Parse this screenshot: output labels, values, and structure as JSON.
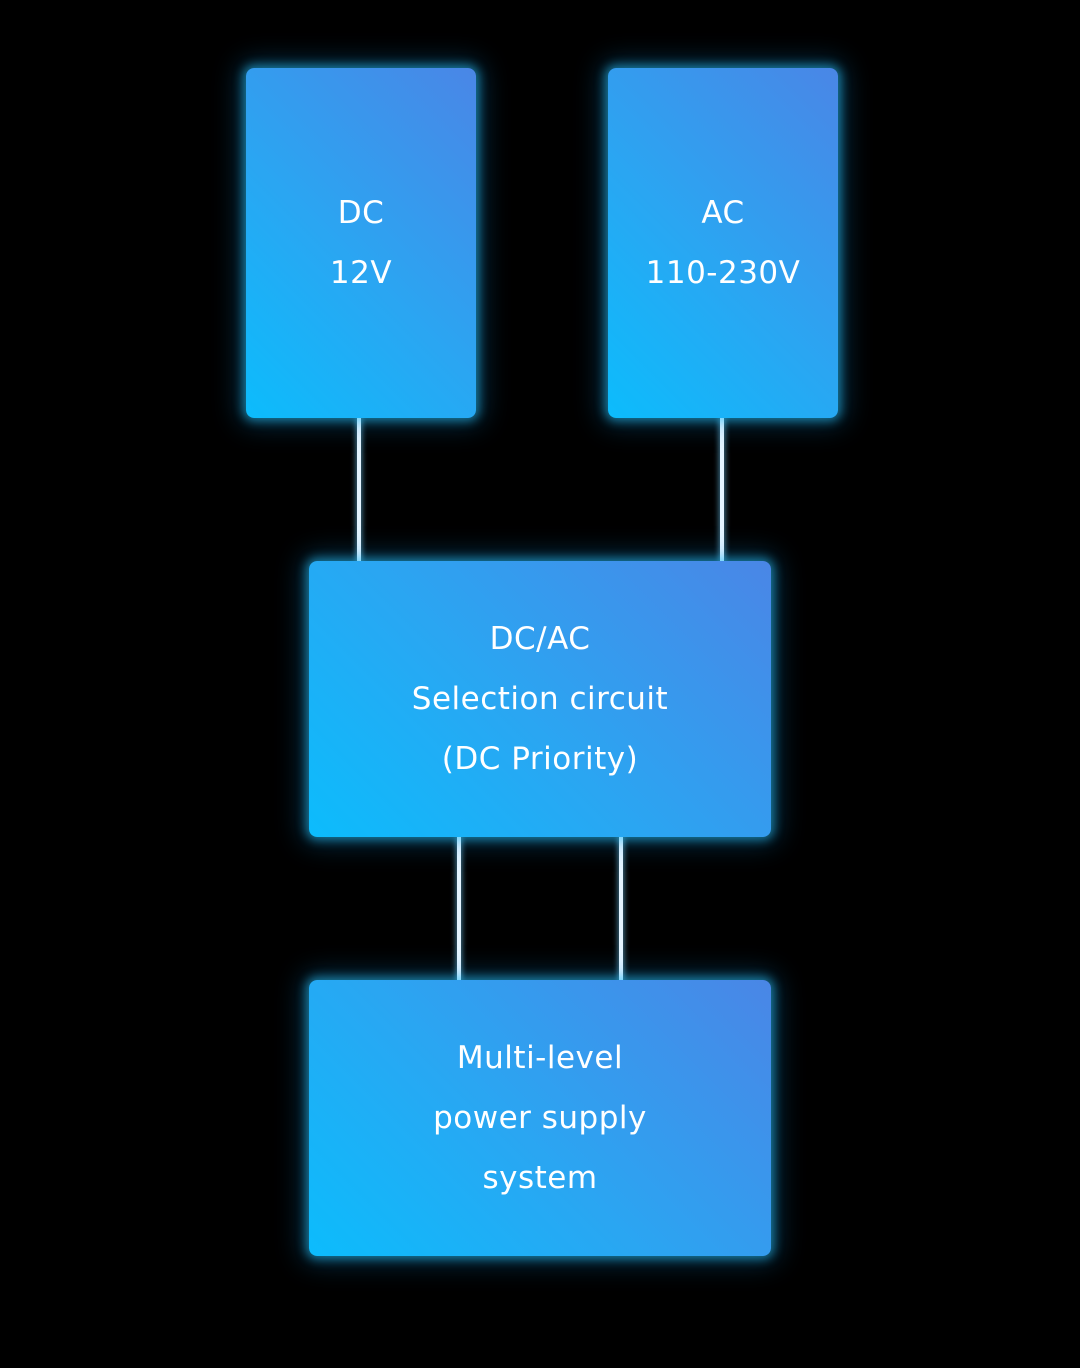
{
  "diagram": {
    "dc_input": {
      "lines": [
        "DC",
        "12V"
      ]
    },
    "ac_input": {
      "lines": [
        "AC",
        "110-230V"
      ]
    },
    "selection_circuit": {
      "lines": [
        "DC/AC",
        "Selection circuit",
        "(DC Priority)"
      ]
    },
    "power_supply": {
      "lines": [
        "Multi-level",
        "power supply",
        "system"
      ]
    },
    "colors": {
      "background": "#000000",
      "box_gradient_start": "#0cbcfc",
      "box_gradient_end": "#4a86e6",
      "connector": "#e4f4ff",
      "text": "#ffffff"
    }
  }
}
